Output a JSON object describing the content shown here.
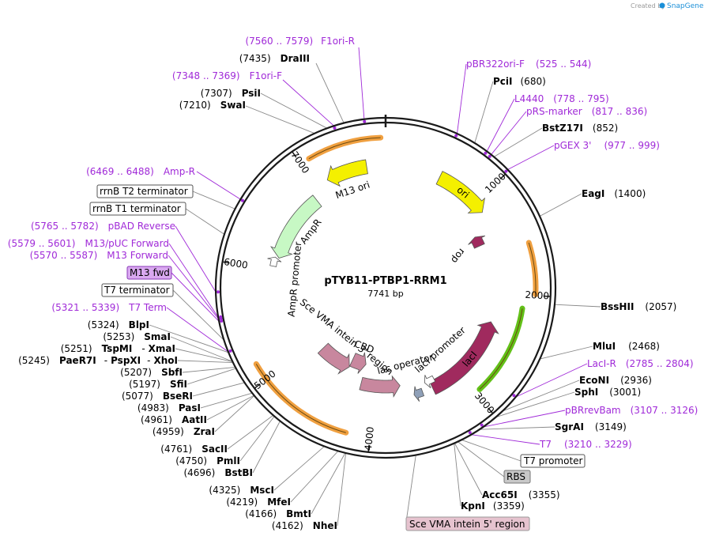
{
  "map": {
    "name": "pTYB11-PTBP1-RRM1",
    "length": "7741 bp",
    "total_bp": 7741,
    "branding": "Created by",
    "brand_name": "SnapGene",
    "ticks": [
      "1000",
      "2000",
      "3000",
      "4000",
      "5000",
      "6000",
      "7000"
    ]
  },
  "features": [
    {
      "name": "ori",
      "start": 560,
      "end": 1120,
      "color": "#f4f000"
    },
    {
      "name": "M13 ori",
      "start": 7130,
      "end": 7550,
      "color": "#f4f000"
    },
    {
      "name": "rop",
      "start": 1300,
      "end": 1420,
      "color": "#a02a5e"
    },
    {
      "name": "lacI",
      "start": 2320,
      "end": 3330,
      "color": "#a02a5e"
    },
    {
      "name": "lacI promoter",
      "start": 3270,
      "end": 3390,
      "color": "#ffffff"
    },
    {
      "name": "AmpR",
      "start": 6140,
      "end": 6920,
      "color": "#c7f8c4"
    },
    {
      "name": "AmpR promoter",
      "start": 6040,
      "end": 6140,
      "color": "#ffffff"
    },
    {
      "name": "lac operator",
      "start": 3490,
      "end": 3510,
      "color": "#ffffff"
    },
    {
      "name": "CBD",
      "start": 4180,
      "end": 4400,
      "color": "#c8879e"
    },
    {
      "name": "Sce VMA intein 3' region",
      "start": 4400,
      "end": 4860,
      "color": "#c8879e"
    },
    {
      "name": "Sce VMA intein 5' region",
      "start": 3690,
      "end": 4180,
      "color": "#c8879e"
    }
  ],
  "sites_right": [
    {
      "name": "PciI",
      "pos": "(680)"
    },
    {
      "name": "BstZ17I",
      "pos": "(852)"
    },
    {
      "name": "EagI",
      "pos": "(1400)"
    },
    {
      "name": "BssHII",
      "pos": "(2057)"
    },
    {
      "name": "MluI",
      "pos": "(2468)"
    },
    {
      "name": "EcoNI",
      "pos": "(2936)"
    },
    {
      "name": "SphI",
      "pos": "(3001)"
    },
    {
      "name": "SgrAI",
      "pos": "(3149)"
    },
    {
      "name": "Acc65I",
      "pos": "(3355)"
    },
    {
      "name": "KpnI",
      "pos": "(3359)"
    }
  ],
  "primers_right": [
    {
      "name": "pBR322ori-F",
      "pos": "(525 .. 544)"
    },
    {
      "name": "L4440",
      "pos": "(778 .. 795)"
    },
    {
      "name": "pRS-marker",
      "pos": "(817 .. 836)"
    },
    {
      "name": "pGEX 3'",
      "pos": "(977 .. 999)"
    },
    {
      "name": "LacI-R",
      "pos": "(2785 .. 2804)"
    },
    {
      "name": "pBRrevBam",
      "pos": "(3107 .. 3126)"
    },
    {
      "name": "T7",
      "pos": "(3210 .. 3229)"
    }
  ],
  "boxes_right": [
    "T7 promoter",
    "RBS",
    "Sce VMA intein 5' region"
  ],
  "sites_left": [
    {
      "pos": "(7435)",
      "name": "DraIII"
    },
    {
      "pos": "(7307)",
      "name": "PsiI"
    },
    {
      "pos": "(7210)",
      "name": "SwaI"
    },
    {
      "pos": "(5324)",
      "name": "BlpI"
    },
    {
      "pos": "(5253)",
      "name": "SmaI"
    },
    {
      "pos": "(5251)",
      "name": "TspMI"
    },
    {
      "name": "XmaI"
    },
    {
      "pos": "(5245)",
      "name": "PaeR7I"
    },
    {
      "name": "PspXI"
    },
    {
      "name": "XhoI"
    },
    {
      "pos": "(5207)",
      "name": "SbfI"
    },
    {
      "pos": "(5197)",
      "name": "SfiI"
    },
    {
      "pos": "(5077)",
      "name": "BseRI"
    },
    {
      "pos": "(4983)",
      "name": "PasI"
    },
    {
      "pos": "(4961)",
      "name": "AatII"
    },
    {
      "pos": "(4959)",
      "name": "ZraI"
    },
    {
      "pos": "(4761)",
      "name": "SacII"
    },
    {
      "pos": "(4750)",
      "name": "PmlI"
    },
    {
      "pos": "(4696)",
      "name": "BstBI"
    },
    {
      "pos": "(4325)",
      "name": "MscI"
    },
    {
      "pos": "(4219)",
      "name": "MfeI"
    },
    {
      "pos": "(4166)",
      "name": "BmtI"
    },
    {
      "pos": "(4162)",
      "name": "NheI"
    }
  ],
  "primers_left": [
    {
      "pos": "(7560 .. 7579)",
      "name": "F1ori-R"
    },
    {
      "pos": "(7348 .. 7369)",
      "name": "F1ori-F"
    },
    {
      "pos": "(6469 .. 6488)",
      "name": "Amp-R"
    },
    {
      "pos": "(5765 .. 5782)",
      "name": "pBAD Reverse"
    },
    {
      "pos": "(5579 .. 5601)",
      "name": "M13/pUC Forward"
    },
    {
      "pos": "(5570 .. 5587)",
      "name": "M13 Forward"
    },
    {
      "pos": "(5321 .. 5339)",
      "name": "T7 Term"
    }
  ],
  "boxes_left": [
    "rrnB T2 terminator",
    "rrnB T1 terminator",
    "M13 fwd",
    "T7 terminator"
  ],
  "colors": {
    "primer": "#a02ad8",
    "backbone": "#1a1a1a",
    "orange": "#f0a040",
    "green": "#62c018",
    "magenta_box": "#d9a8f0",
    "rbs_box": "#c8c8c8",
    "intein_box": "#e6c3cf"
  }
}
